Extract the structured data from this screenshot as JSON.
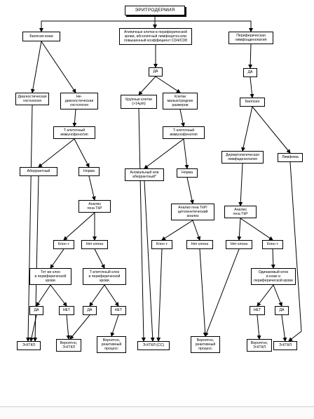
{
  "title": "ЭРИТРОДЕРМИЯ",
  "nodes": {
    "skin_biopsy": "Биопсия кожи",
    "atypical_cells": "Атипичные клетки в периферической\nкрови, абсолютный лимфоцитоз или\nповышенный коэффициент CD4/CD8",
    "peripheral_lymph": "Периферическая\nлимфоаденопатия",
    "diag_hist": "Диагностическая\nгистология",
    "nondiag_hist": "Не-\nдиагностическая\nгистология",
    "yes_mid": "ДА",
    "yes_right": "ДА",
    "large_cells": "Крупные клетки\n(>14μm)",
    "small_cells": "Клетки\nмалых/средних\nразмеров",
    "biopsy": "Биопсия",
    "tcell_pheno_left": "Т-клеточный\nиммунофенотип",
    "tcell_pheno_mid": "Т-клеточный\nиммунофенотип",
    "dermatopathic": "Дерматопатическая\nлимфаденопатия",
    "lymphoma": "Лимфома",
    "aberrant": "Аберрантный",
    "normal_left": "Норма",
    "abnormal_mid": "Аномальный или\nаберрантный*",
    "normal_mid": "Норма",
    "tcr_left": "Анализ\nгена TkP",
    "tcr_mid": "Анализ гена TkP/\nцитогенетический\nанализ",
    "tcr_right": "Анализ\nгена TkP",
    "clone_plus_l": "Клон +",
    "no_clone_l": "Нет клона",
    "clone_plus_m": "Клон +",
    "no_clone_m": "Нет клона",
    "no_clone_r": "Нет клона",
    "clone_plus_r": "Клон +",
    "same_clone_blood": "Тот же клон\nв периферической\nкрови",
    "tcell_clone_blood": "Т-клеточный клон\nв периферической\nкрови",
    "same_clone_skin": "Одинаковый клон\nв коже и\nпериферической крови",
    "yes_l1": "ДА",
    "no_l1": "НЕТ",
    "yes_l2": "ДА",
    "no_l2": "НЕТ",
    "no_r": "НЕТ",
    "yes_r": "ДА",
    "ectl_left": "Э-КТКЛ",
    "probable_ectl": "Вероятно,\nЭ-КТКЛ",
    "probable_reactive_l": "Вероятно,\nреактивный\nпроцесс",
    "ectl_ss": "Э-КТКЛ (СС)",
    "probable_reactive_m": "Вероятно,\nреактивный\nпроцесс",
    "probable_ectl_r": "Вероятно,\nЭ-КТКЛ",
    "ectl_right": "Э-КТКЛ"
  }
}
